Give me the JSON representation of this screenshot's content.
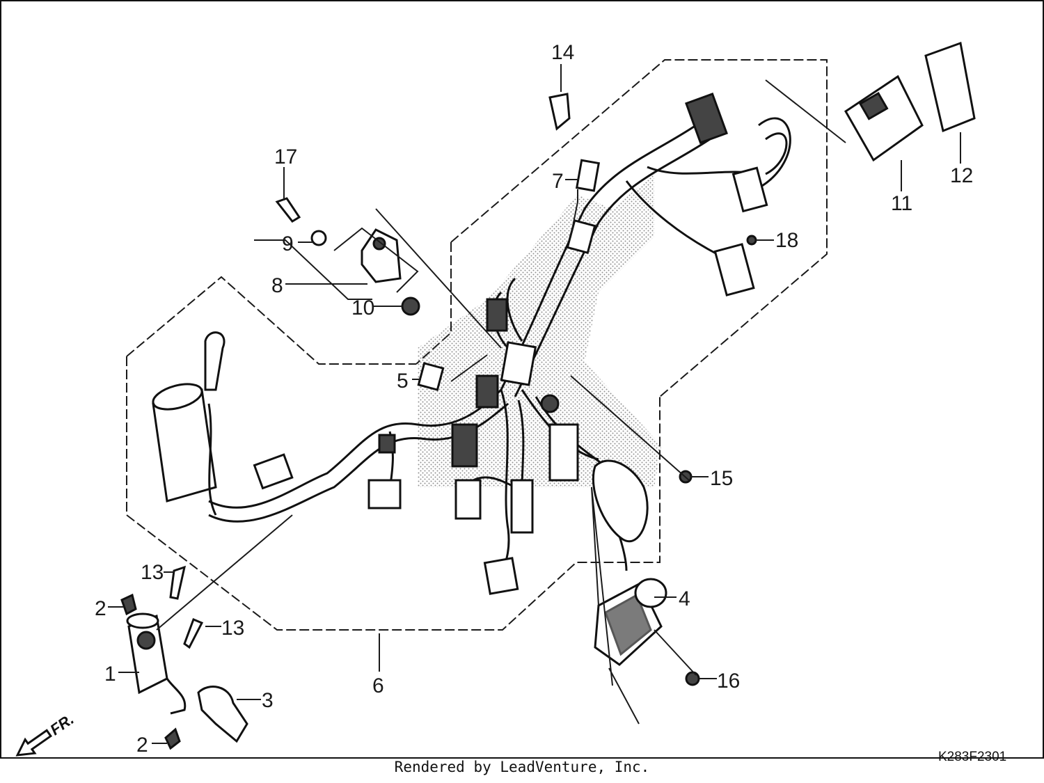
{
  "diagram": {
    "callouts": [
      {
        "id": "c1",
        "label": "1"
      },
      {
        "id": "c2a",
        "label": "2"
      },
      {
        "id": "c2b",
        "label": "2"
      },
      {
        "id": "c3",
        "label": "3"
      },
      {
        "id": "c4",
        "label": "4"
      },
      {
        "id": "c5",
        "label": "5"
      },
      {
        "id": "c6",
        "label": "6"
      },
      {
        "id": "c7",
        "label": "7"
      },
      {
        "id": "c8",
        "label": "8"
      },
      {
        "id": "c9",
        "label": "9"
      },
      {
        "id": "c10",
        "label": "10"
      },
      {
        "id": "c11",
        "label": "11"
      },
      {
        "id": "c12",
        "label": "12"
      },
      {
        "id": "c13a",
        "label": "13"
      },
      {
        "id": "c13b",
        "label": "13"
      },
      {
        "id": "c14",
        "label": "14"
      },
      {
        "id": "c15",
        "label": "15"
      },
      {
        "id": "c16",
        "label": "16"
      },
      {
        "id": "c17",
        "label": "17"
      },
      {
        "id": "c18",
        "label": "18"
      }
    ],
    "direction_marker": "FR.",
    "diagram_code": "K283F2301"
  },
  "footer": {
    "credit": "Rendered by LeadVenture, Inc."
  }
}
